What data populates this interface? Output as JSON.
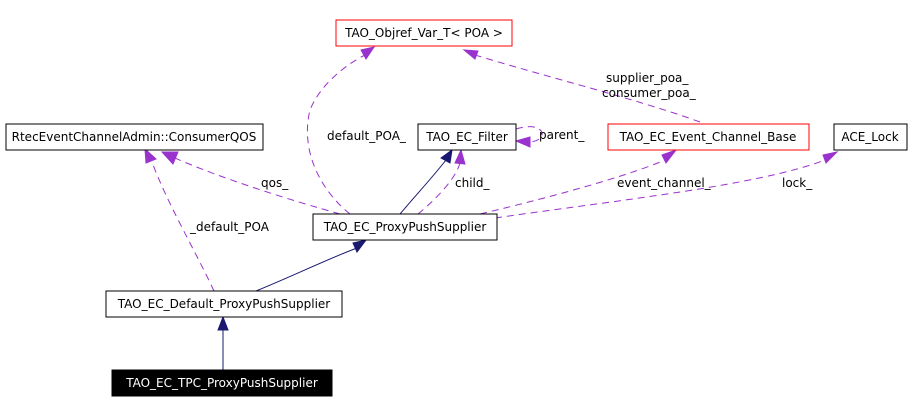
{
  "nodes": {
    "objref_var": "TAO_Objref_Var_T< POA >",
    "consumer_qos": "RtecEventChannelAdmin::ConsumerQOS",
    "ec_filter": "TAO_EC_Filter",
    "event_channel_base": "TAO_EC_Event_Channel_Base",
    "ace_lock": "ACE_Lock",
    "proxy_push_supplier": "TAO_EC_ProxyPushSupplier",
    "default_proxy_push_supplier": "TAO_EC_Default_ProxyPushSupplier",
    "tpc_proxy_push_supplier": "TAO_EC_TPC_ProxyPushSupplier"
  },
  "edge_labels": {
    "supplier_poa": "supplier_poa_",
    "consumer_poa": "consumer_poa_",
    "default_poa_member": "default_POA_",
    "parent": "parent_",
    "qos": "qos_",
    "child": "child_",
    "event_channel": "event_channel_",
    "lock": "lock_",
    "default_poa_class": "_default_POA"
  },
  "colors": {
    "inheritance_edge": "#191970",
    "usage_edge": "#9a32cd",
    "highlight_border": "#ff0000",
    "selected_fill": "#000000"
  }
}
